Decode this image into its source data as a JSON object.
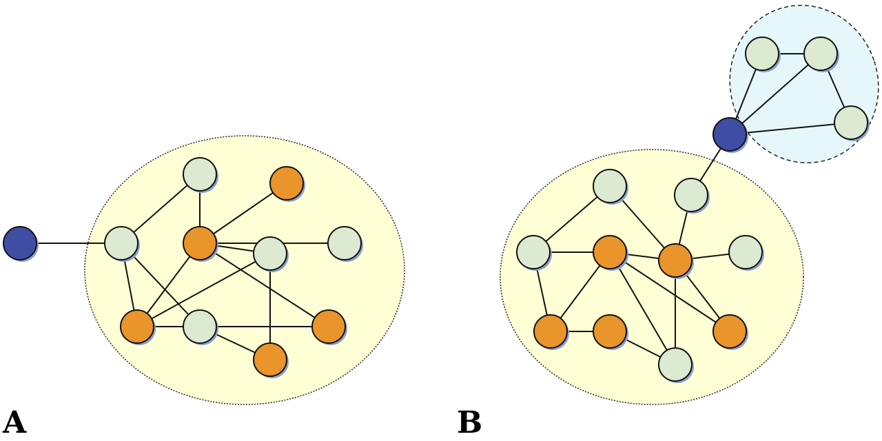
{
  "panels": [
    {
      "label": "A",
      "cluster_color": "#ffffd6",
      "extra_cluster": false,
      "nodes": [
        {
          "id": "a-bridge",
          "type": "bridge"
        },
        {
          "id": "a-n1",
          "type": "peripheral"
        },
        {
          "id": "a-n2",
          "type": "peripheral"
        },
        {
          "id": "a-n3",
          "type": "core"
        },
        {
          "id": "a-n4",
          "type": "core"
        },
        {
          "id": "a-n5",
          "type": "core"
        },
        {
          "id": "a-n6",
          "type": "peripheral"
        },
        {
          "id": "a-n7",
          "type": "peripheral"
        },
        {
          "id": "a-n8",
          "type": "core"
        },
        {
          "id": "a-n9",
          "type": "peripheral"
        },
        {
          "id": "a-n10",
          "type": "core"
        }
      ],
      "edges": [
        [
          "a-bridge",
          "a-n2"
        ],
        [
          "a-n1",
          "a-n2"
        ],
        [
          "a-n1",
          "a-n4"
        ],
        [
          "a-n3",
          "a-n4"
        ],
        [
          "a-n2",
          "a-n5"
        ],
        [
          "a-n2",
          "a-n7"
        ],
        [
          "a-n5",
          "a-n4"
        ],
        [
          "a-n4",
          "a-n6"
        ],
        [
          "a-n5",
          "a-n7"
        ],
        [
          "a-n7",
          "a-n8"
        ],
        [
          "a-n8",
          "a-n9"
        ],
        [
          "a-n5",
          "a-n9"
        ],
        [
          "a-n5",
          "a-n10"
        ],
        [
          "a-n4",
          "a-n9"
        ],
        [
          "a-n4",
          "a-n10"
        ]
      ]
    },
    {
      "label": "B",
      "cluster_color": "#ffffd6",
      "extra_cluster": true,
      "extra_cluster_color": "#e6f7fb",
      "nodes": [
        {
          "id": "b-bridge",
          "type": "bridge"
        },
        {
          "id": "b-t1",
          "type": "peripheral"
        },
        {
          "id": "b-t2",
          "type": "peripheral"
        },
        {
          "id": "b-t3",
          "type": "peripheral"
        },
        {
          "id": "b-n1",
          "type": "peripheral"
        },
        {
          "id": "b-n2",
          "type": "peripheral"
        },
        {
          "id": "b-n3",
          "type": "peripheral"
        },
        {
          "id": "b-n4",
          "type": "core"
        },
        {
          "id": "b-n5",
          "type": "core"
        },
        {
          "id": "b-n6",
          "type": "peripheral"
        },
        {
          "id": "b-n7",
          "type": "core"
        },
        {
          "id": "b-n8",
          "type": "core"
        },
        {
          "id": "b-n9",
          "type": "peripheral"
        },
        {
          "id": "b-n10",
          "type": "core"
        }
      ],
      "edges": [
        [
          "b-t1",
          "b-t2"
        ],
        [
          "b-t2",
          "b-t3"
        ],
        [
          "b-t1",
          "b-bridge"
        ],
        [
          "b-t2",
          "b-bridge"
        ],
        [
          "b-t3",
          "b-bridge"
        ],
        [
          "b-bridge",
          "b-n2"
        ],
        [
          "b-n2",
          "b-n5"
        ],
        [
          "b-n1",
          "b-n3"
        ],
        [
          "b-n1",
          "b-n5"
        ],
        [
          "b-n3",
          "b-n4"
        ],
        [
          "b-n3",
          "b-n7"
        ],
        [
          "b-n4",
          "b-n5"
        ],
        [
          "b-n4",
          "b-n7"
        ],
        [
          "b-n5",
          "b-n6"
        ],
        [
          "b-n7",
          "b-n8"
        ],
        [
          "b-n8",
          "b-n9"
        ],
        [
          "b-n4",
          "b-n9"
        ],
        [
          "b-n4",
          "b-n10"
        ],
        [
          "b-n5",
          "b-n9"
        ],
        [
          "b-n5",
          "b-n10"
        ]
      ]
    }
  ],
  "colors": {
    "bridge": "#3f4ea3",
    "peripheral": "#dbead0",
    "core": "#e9952b",
    "shadow": "#8aa0cf"
  }
}
